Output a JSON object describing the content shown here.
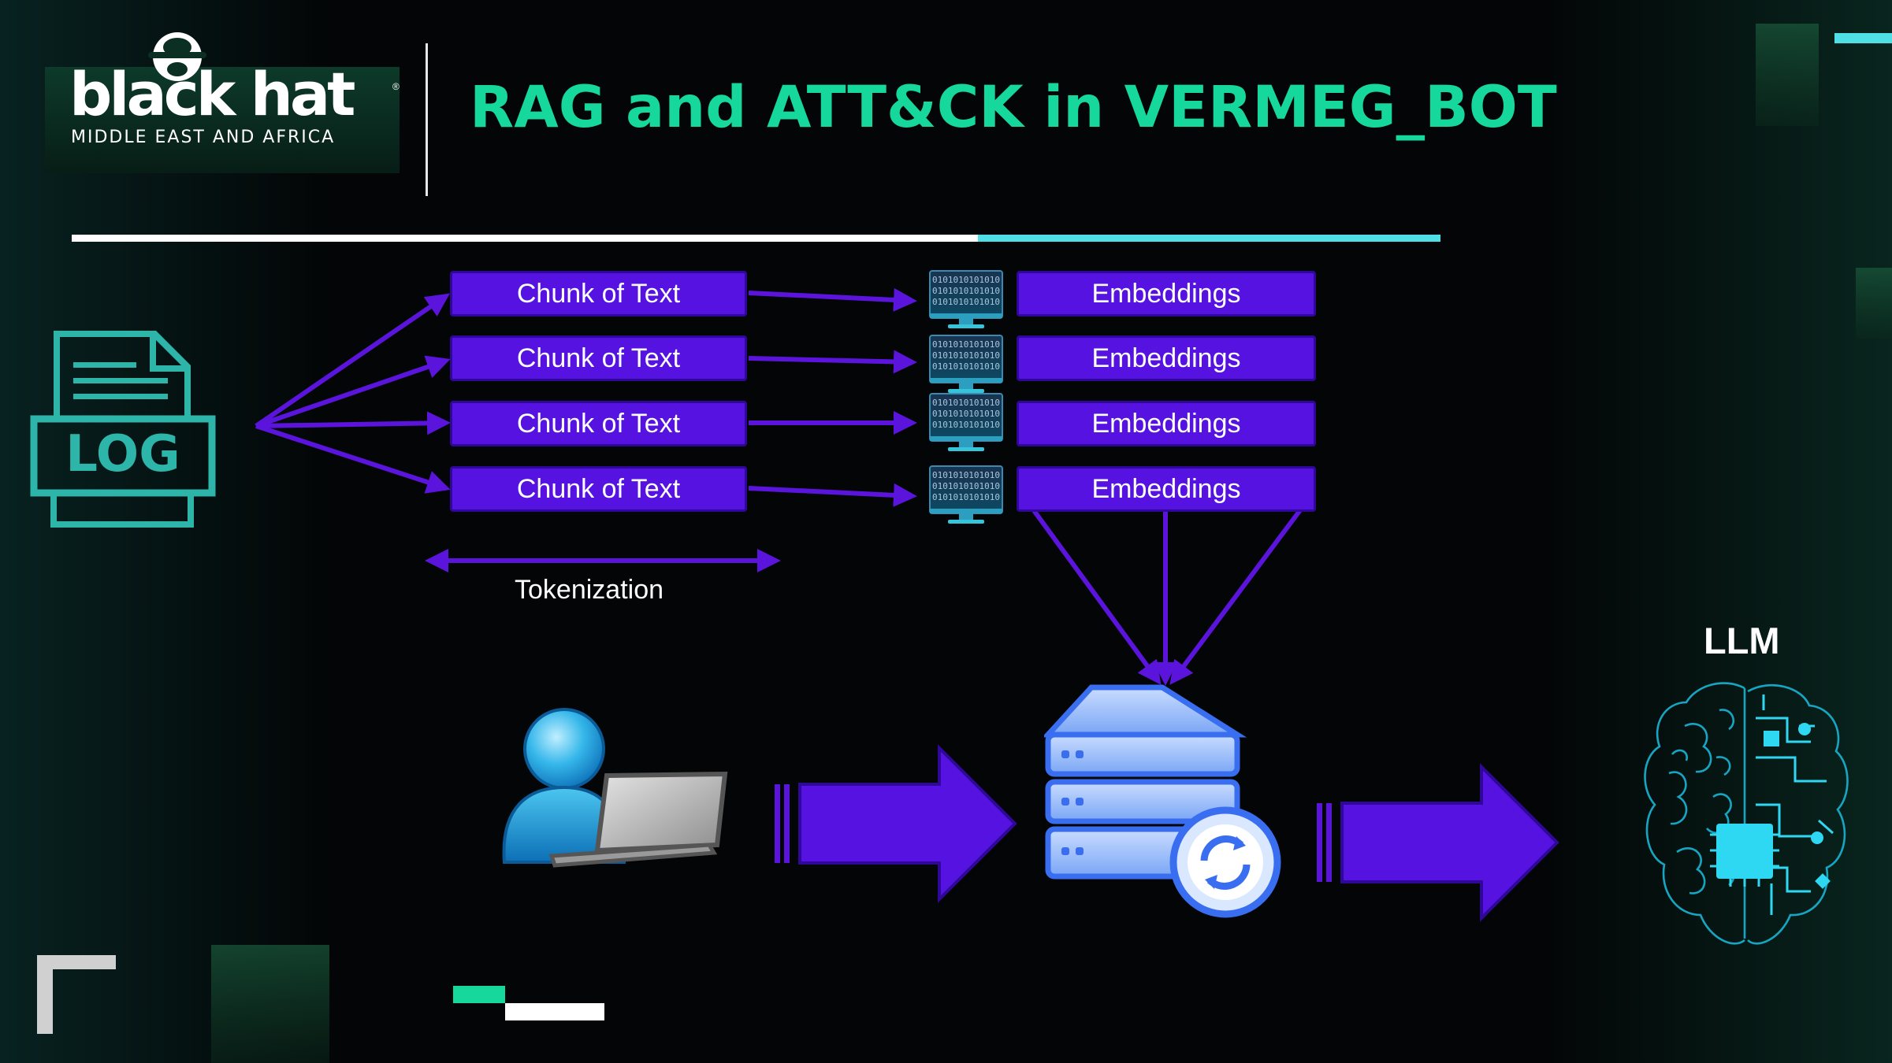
{
  "header": {
    "logo_main": "black hat",
    "logo_registered": "®",
    "logo_sub": "MIDDLE EAST AND AFRICA",
    "title": "RAG and ATT&CK in VERMEG_BOT"
  },
  "diagram": {
    "log_label": "LOG",
    "chunks": [
      "Chunk of Text",
      "Chunk of Text",
      "Chunk of Text",
      "Chunk of Text"
    ],
    "embeddings": [
      "Embeddings",
      "Embeddings",
      "Embeddings",
      "Embeddings"
    ],
    "binary_text": "0101010101010",
    "tokenization_label": "Tokenization",
    "llm_label": "LLM"
  },
  "colors": {
    "accent_green": "#16d79c",
    "accent_cyan": "#4fe0e6",
    "box_purple": "#5512e0",
    "arrow_purple": "#5a14dc",
    "log_teal": "#2cb5a8"
  }
}
